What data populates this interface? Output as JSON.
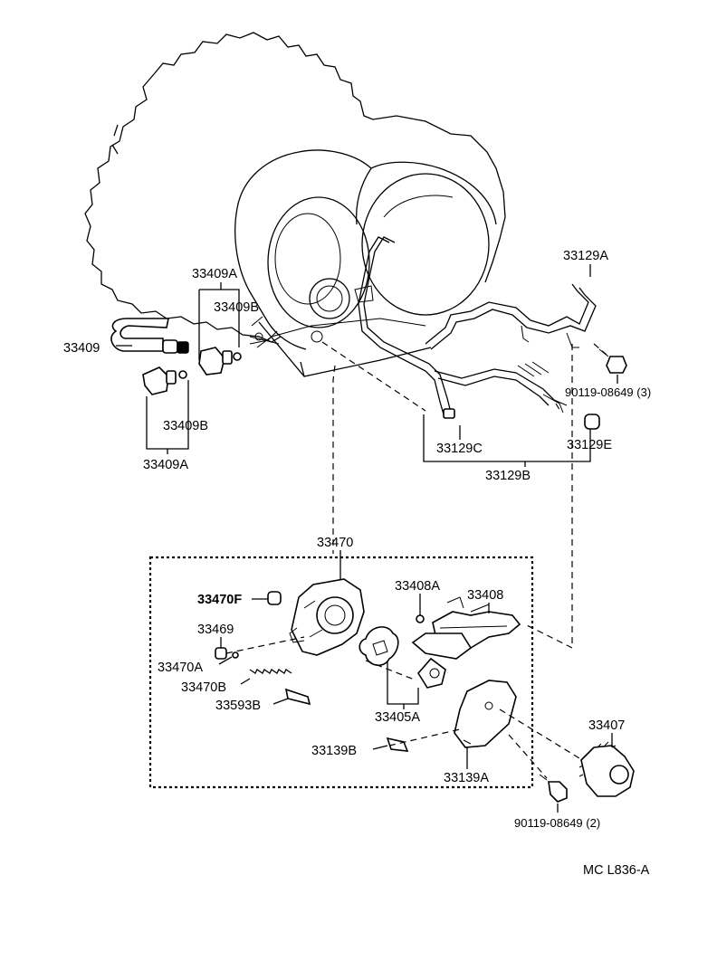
{
  "labels": {
    "p33409A_top": "33409A",
    "p33409B_top": "33409B",
    "p33409": "33409",
    "p33409B_bot": "33409B",
    "p33409A_bot": "33409A",
    "p33129A": "33129A",
    "p90119_3": "90119-08649 (3)",
    "p33129C": "33129C",
    "p33129E": "33129E",
    "p33129B": "33129B",
    "p33470": "33470",
    "p33470F": "33470F",
    "p33469": "33469",
    "p33470A": "33470A",
    "p33470B": "33470B",
    "p33593B": "33593B",
    "p33408A": "33408A",
    "p33408": "33408",
    "p33405A": "33405A",
    "p33139B": "33139B",
    "p33139A": "33139A",
    "p33407": "33407",
    "p90119_2": "90119-08649 (2)",
    "figure_code": "MC  L836-A"
  }
}
